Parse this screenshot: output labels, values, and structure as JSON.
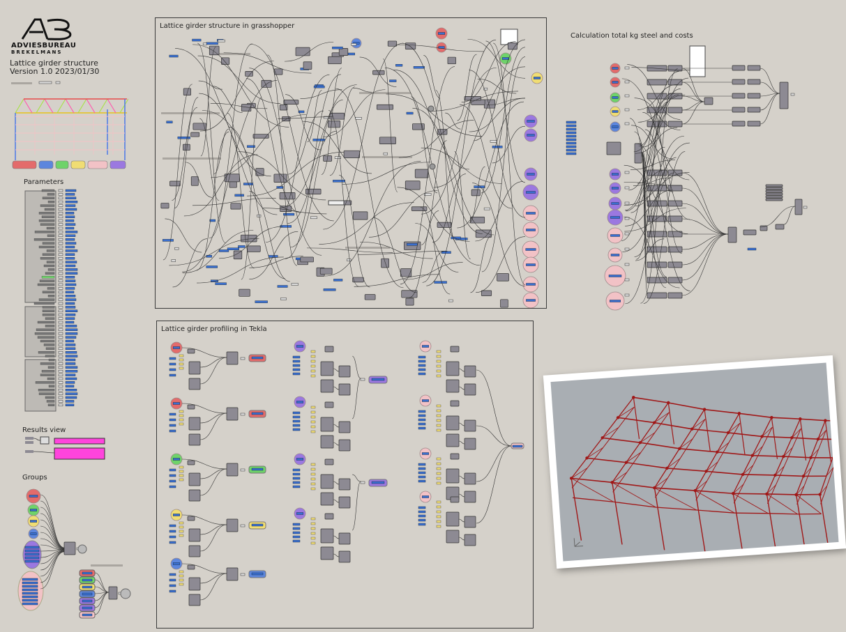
{
  "brand": {
    "logo_letters": "AB",
    "logo_name": "ADVIESBUREAU",
    "logo_sub": "BREKELMANS"
  },
  "header": {
    "title": "Lattice girder structure",
    "version": "Version 1.0 2023/01/30"
  },
  "sections": {
    "parameters": "Parameters",
    "results": "Results view",
    "groups": "Groups"
  },
  "panels": {
    "grasshopper": "Lattice girder structure in grasshopper",
    "tekla": "Lattice girder profiling in Tekla",
    "calc": "Calculation total kg steel and costs"
  },
  "colors": {
    "background": "#d5d1ca",
    "component": "#8d8a93",
    "param_blue": "#3a6fd0",
    "group_red": "#e36b6b",
    "group_blue": "#5c86dd",
    "group_green": "#6fd36a",
    "group_yellow": "#f0dd73",
    "group_pink": "#f2c2c6",
    "group_purple": "#9b78e0",
    "highlight_magenta": "#ff44dd",
    "steel_red": "#a01818"
  },
  "legend_swatches": [
    "red",
    "blue",
    "green",
    "yellow",
    "pink",
    "purple"
  ]
}
